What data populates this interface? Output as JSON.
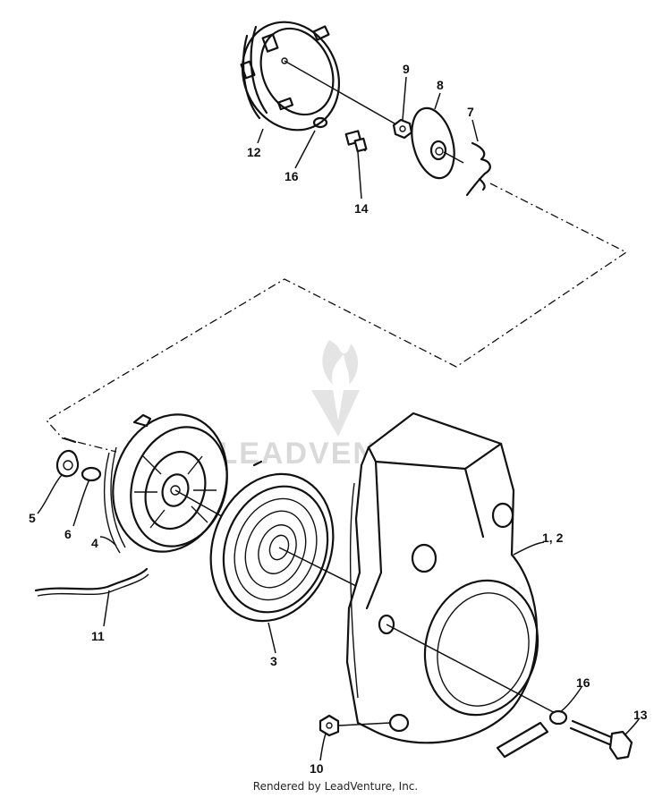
{
  "watermark": {
    "text": "LEADVENTURE"
  },
  "callouts": [
    {
      "id": "12",
      "label": "12"
    },
    {
      "id": "16a",
      "label": "16"
    },
    {
      "id": "14",
      "label": "14"
    },
    {
      "id": "9",
      "label": "9"
    },
    {
      "id": "8",
      "label": "8"
    },
    {
      "id": "7",
      "label": "7"
    },
    {
      "id": "5",
      "label": "5"
    },
    {
      "id": "6",
      "label": "6"
    },
    {
      "id": "4",
      "label": "4"
    },
    {
      "id": "11",
      "label": "11"
    },
    {
      "id": "3",
      "label": "3"
    },
    {
      "id": "1_2",
      "label": "1, 2"
    },
    {
      "id": "16b",
      "label": "16"
    },
    {
      "id": "13",
      "label": "13"
    },
    {
      "id": "10",
      "label": "10"
    }
  ],
  "footer": {
    "text": "Rendered by LeadVenture, Inc."
  }
}
